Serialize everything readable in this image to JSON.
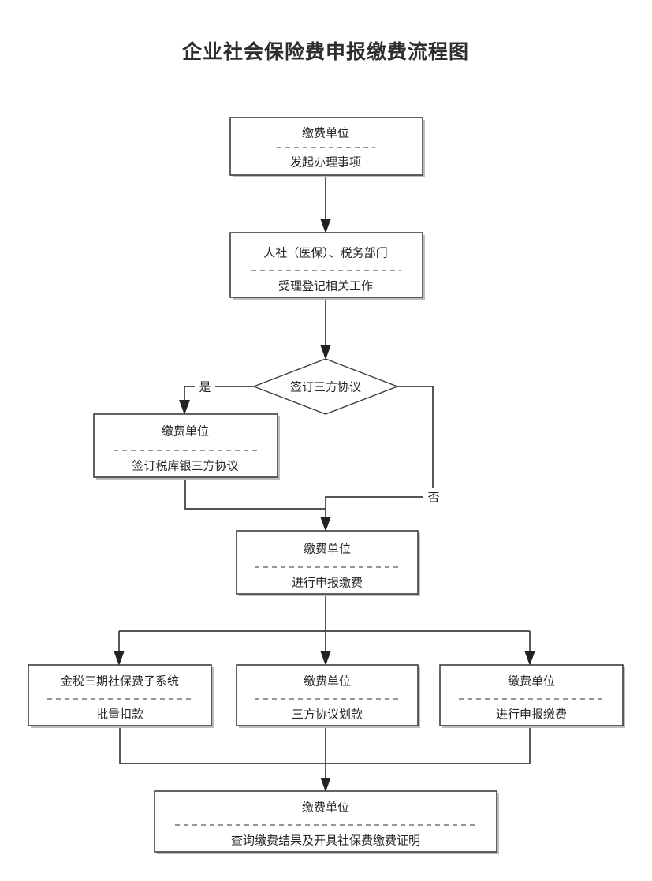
{
  "title": "企业社会保险费申报缴费流程图",
  "colors": {
    "background": "#ffffff",
    "box_border": "#3c3c3c",
    "box_fill": "#ffffff",
    "divider": "#585858",
    "edge": "#3c3c3c",
    "text": "#262626",
    "title": "#2e2e2e"
  },
  "nodes": {
    "start": {
      "shape": "rect",
      "actor": "缴费单位",
      "action": "发起办理事项"
    },
    "accept": {
      "shape": "rect",
      "actor": "人社（医保）、税务部门",
      "action": "受理登记相关工作"
    },
    "decision": {
      "shape": "diamond",
      "label": "签订三方协议"
    },
    "sign_agreement": {
      "shape": "rect",
      "actor": "缴费单位",
      "action": "签订税库银三方协议"
    },
    "declare_pay": {
      "shape": "rect",
      "actor": "缴费单位",
      "action": "进行申报缴费"
    },
    "branch_left": {
      "shape": "rect",
      "actor": "金税三期社保费子系统",
      "action": "批量扣款"
    },
    "branch_middle": {
      "shape": "rect",
      "actor": "缴费单位",
      "action": "三方协议划款"
    },
    "branch_right": {
      "shape": "rect",
      "actor": "缴费单位",
      "action": "进行申报缴费"
    },
    "finish": {
      "shape": "rect",
      "actor": "缴费单位",
      "action": "查询缴费结果及开具社保费缴费证明"
    }
  },
  "edge_labels": {
    "yes": "是",
    "no": "否"
  },
  "chart_data": {
    "type": "diagram",
    "diagram_kind": "flowchart",
    "title": "企业社会保险费申报缴费流程图",
    "orientation": "top-to-bottom",
    "nodes": [
      {
        "id": "start",
        "type": "process",
        "lines": [
          "缴费单位",
          "发起办理事项"
        ]
      },
      {
        "id": "accept",
        "type": "process",
        "lines": [
          "人社（医保）、税务部门",
          "受理登记相关工作"
        ]
      },
      {
        "id": "decision",
        "type": "decision",
        "lines": [
          "签订三方协议"
        ]
      },
      {
        "id": "sign_agreement",
        "type": "process",
        "lines": [
          "缴费单位",
          "签订税库银三方协议"
        ]
      },
      {
        "id": "declare_pay",
        "type": "process",
        "lines": [
          "缴费单位",
          "进行申报缴费"
        ]
      },
      {
        "id": "branch_left",
        "type": "process",
        "lines": [
          "金税三期社保费子系统",
          "批量扣款"
        ]
      },
      {
        "id": "branch_middle",
        "type": "process",
        "lines": [
          "缴费单位",
          "三方协议划款"
        ]
      },
      {
        "id": "branch_right",
        "type": "process",
        "lines": [
          "缴费单位",
          "进行申报缴费"
        ]
      },
      {
        "id": "finish",
        "type": "process",
        "lines": [
          "缴费单位",
          "查询缴费结果及开具社保费缴费证明"
        ]
      }
    ],
    "edges": [
      {
        "from": "start",
        "to": "accept",
        "label": ""
      },
      {
        "from": "accept",
        "to": "decision",
        "label": ""
      },
      {
        "from": "decision",
        "to": "sign_agreement",
        "label": "是"
      },
      {
        "from": "decision",
        "to": "declare_pay",
        "label": "否"
      },
      {
        "from": "sign_agreement",
        "to": "declare_pay",
        "label": ""
      },
      {
        "from": "declare_pay",
        "to": "branch_left",
        "label": ""
      },
      {
        "from": "declare_pay",
        "to": "branch_middle",
        "label": ""
      },
      {
        "from": "declare_pay",
        "to": "branch_right",
        "label": ""
      },
      {
        "from": "branch_left",
        "to": "finish",
        "label": ""
      },
      {
        "from": "branch_middle",
        "to": "finish",
        "label": ""
      },
      {
        "from": "branch_right",
        "to": "finish",
        "label": ""
      }
    ]
  }
}
